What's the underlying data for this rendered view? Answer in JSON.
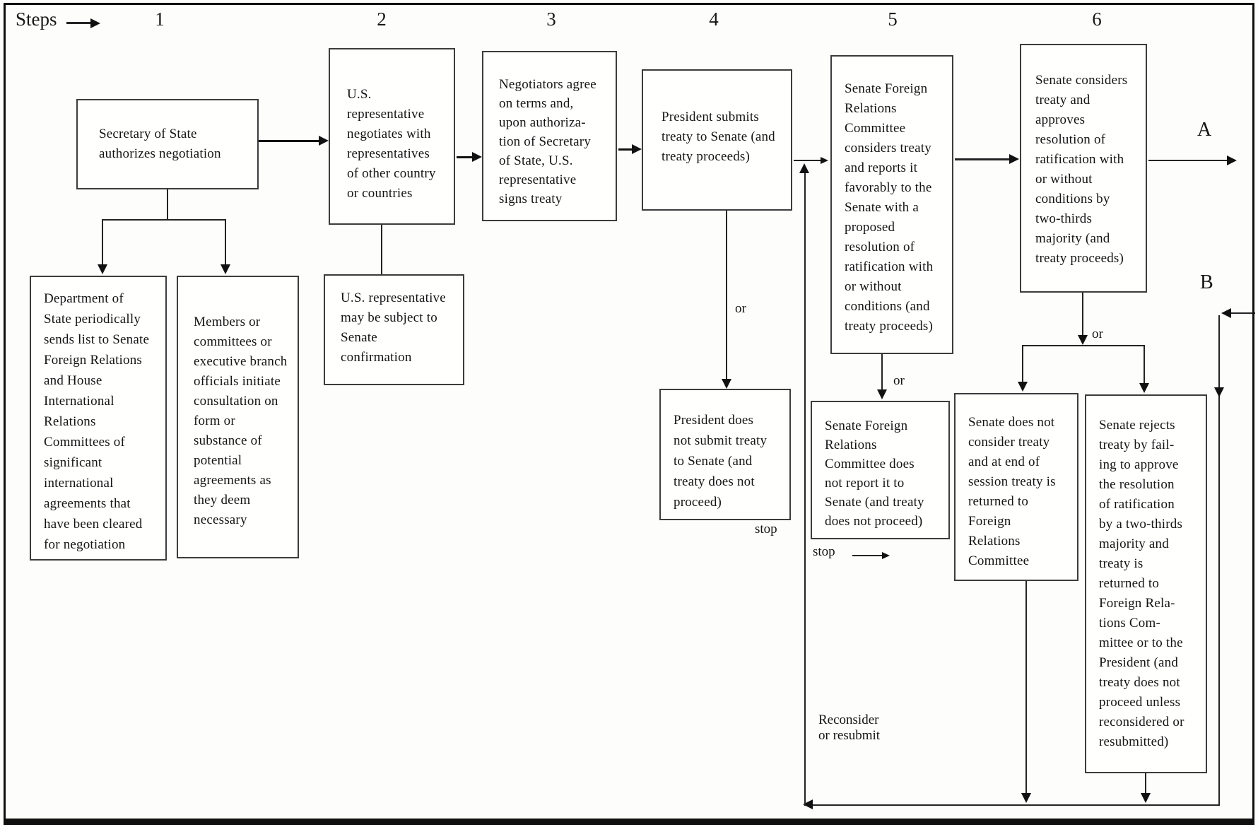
{
  "header": {
    "steps_label": "Steps",
    "step_numbers": [
      "1",
      "2",
      "3",
      "4",
      "5",
      "6"
    ]
  },
  "boxes": {
    "secretary": "Secretary of State\nauthorizes negotiation",
    "dept_state_list": "Department of\nState periodically\nsends list to Senate\nForeign Relations\nand House\nInternational\nRelations\nCommittees of\nsignificant\ninternational\nagreements that\nhave been cleared\nfor negotiation",
    "members_consult": "Members or\ncommittees or\nexecutive branch\nofficials initiate\nconsultation on\nform or\nsubstance of\npotential\nagreements as\nthey deem\nnecessary",
    "us_rep_negotiates": "U.S.\nrepresentative\nnegotiates with\nrepresentatives\nof other country\nor countries",
    "us_rep_confirmation": "U.S. representative\nmay be subject to\nSenate\nconfirmation",
    "negotiators_agree": "Negotiators agree\non terms and,\nupon authoriza-\ntion of Secretary\nof State, U.S.\nrepresentative\nsigns treaty",
    "president_submits": "President submits\ntreaty to Senate (and\ntreaty proceeds)",
    "president_not_submit": "President does\nnot submit treaty\nto Senate (and\ntreaty does not\nproceed)",
    "sfrc_reports": "Senate Foreign\nRelations\nCommittee\nconsiders treaty\nand reports it\nfavorably to the\nSenate with a\nproposed\nresolution of\nratification with\nor without\nconditions (and\ntreaty proceeds)",
    "sfrc_not_report": "Senate Foreign\nRelations\nCommittee does\nnot report it to\nSenate (and treaty\ndoes not proceed)",
    "senate_approves": "Senate considers\ntreaty and\napproves\nresolution of\nratification with\nor without\nconditions by\ntwo-thirds\nmajority (and\ntreaty proceeds)",
    "senate_not_consider": "Senate does not\nconsider treaty\nand at end of\nsession treaty is\nreturned to\nForeign\nRelations\nCommittee",
    "senate_rejects": "Senate rejects\ntreaty by fail-\ning to approve\nthe resolution\nof ratification\nby a two-thirds\nmajority and\ntreaty is\nreturned to\nForeign Rela-\ntions Com-\nmittee or to the\nPresident (and\ntreaty does not\nproceed unless\nreconsidered or\nresubmitted)"
  },
  "labels": {
    "or_after_submit": "or",
    "or_after_committee": "or",
    "or_after_senate": "or",
    "stop_president": "stop",
    "stop_committee": "stop",
    "reconsider": "Reconsider\nor resubmit",
    "exit_a": "A",
    "exit_b": "B"
  }
}
